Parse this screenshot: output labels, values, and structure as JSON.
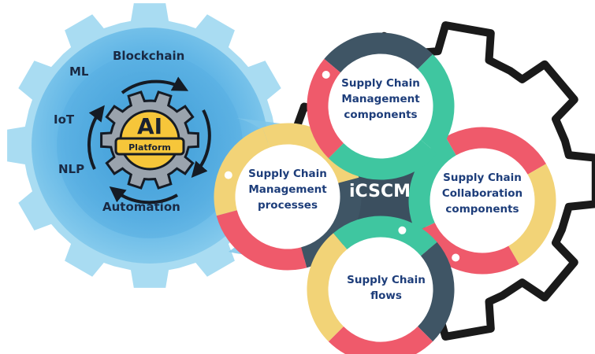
{
  "colors": {
    "blue_gear_outer": "#8fd0ee",
    "blue_gear_mid": "#5fb4e4",
    "blue_gear_inner": "#3f9fd8",
    "dark_gear": "#1a1a1a",
    "ring_green": "#3fc6a0",
    "ring_red": "#ef5a6b",
    "ring_yellow": "#f2d377",
    "ring_navy": "#3f5565",
    "ai_gear": "#9aa3ad",
    "ai_fill": "#f6c63a",
    "text_navy": "#1d3d7a",
    "label_dark": "#1a2a44"
  },
  "tech_labels": {
    "blockchain": "Blockchain",
    "ml": "ML",
    "iot": "IoT",
    "nlp": "NLP",
    "automation": "Automation"
  },
  "ai_core": {
    "title": "AI",
    "subtitle": "Platform"
  },
  "center_label": "iCSCM",
  "circles": {
    "top": [
      "Supply Chain",
      "Management",
      "components"
    ],
    "left": [
      "Supply Chain",
      "Management",
      "processes"
    ],
    "right": [
      "Supply Chain",
      "Collaboration",
      "components"
    ],
    "bottom": [
      "Supply Chain",
      "flows"
    ]
  },
  "icons": {
    "cycle": "cycle-arrows-icon",
    "gear": "gear-icon"
  }
}
